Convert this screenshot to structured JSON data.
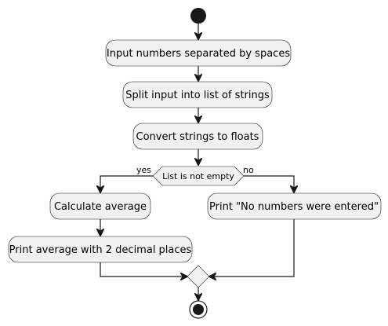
{
  "diagram": {
    "steps": {
      "input": "Input numbers separated by spaces",
      "split": "Split input into list of strings",
      "convert": "Convert strings to floats",
      "calc": "Calculate average",
      "print_avg": "Print average with 2 decimal places",
      "print_none": "Print \"No numbers were entered\""
    },
    "decision": {
      "condition": "List is not empty",
      "yes_label": "yes",
      "no_label": "no"
    }
  }
}
